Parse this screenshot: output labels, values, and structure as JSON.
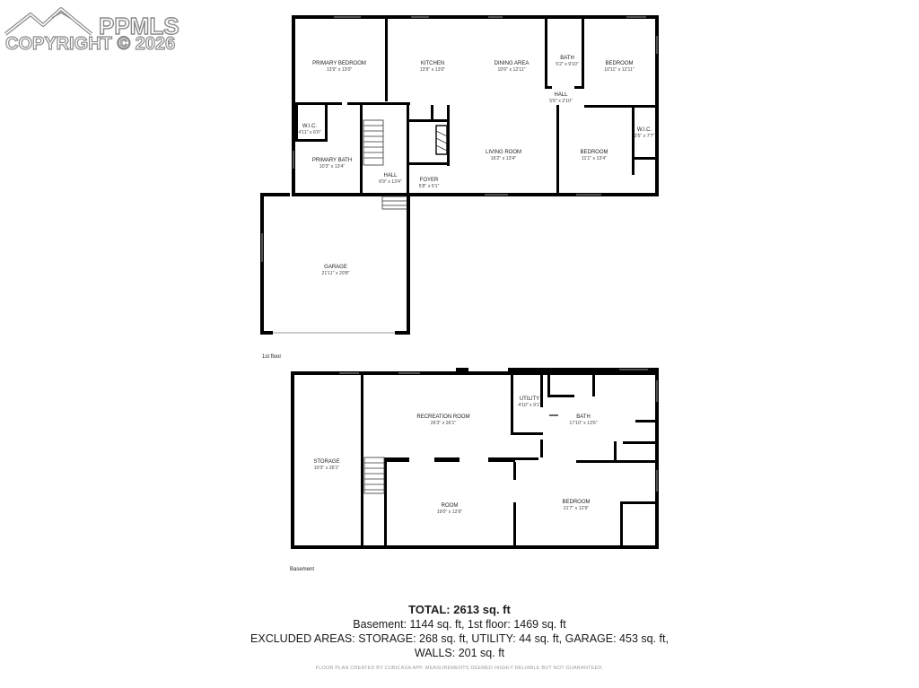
{
  "watermark": {
    "brand": "PPMLS",
    "copyright": "COPYRIGHT © 2026"
  },
  "floors": {
    "first": {
      "label": "1st floor",
      "rooms": [
        {
          "name": "PRIMARY BEDROOM",
          "dim": "13'9\" x 13'0\""
        },
        {
          "name": "KITCHEN",
          "dim": "13'9\" x 13'0\""
        },
        {
          "name": "DINING AREA",
          "dim": "10'6\" x 12'11\""
        },
        {
          "name": "BATH",
          "dim": "5'2\" x 9'10\""
        },
        {
          "name": "BEDROOM",
          "dim": "10'11\" x 12'11\""
        },
        {
          "name": "HALL",
          "dim": "5'6\" x 2'10\""
        },
        {
          "name": "W.I.C.",
          "dim": "4'11\" x 6'0\""
        },
        {
          "name": "W.I.C.",
          "dim": "3'5\" x 7'7\""
        },
        {
          "name": "PRIMARY BATH",
          "dim": "10'3\" x 13'4\""
        },
        {
          "name": "HALL",
          "dim": "6'9\" x 13'4\""
        },
        {
          "name": "FOYER",
          "dim": "5'8\" x 5'1\""
        },
        {
          "name": "LIVING ROOM",
          "dim": "16'2\" x 13'4\""
        },
        {
          "name": "BEDROOM",
          "dim": "11'1\" x 13'4\""
        },
        {
          "name": "GARAGE",
          "dim": "21'11\" x 20'8\""
        }
      ]
    },
    "basement": {
      "label": "Basement",
      "rooms": [
        {
          "name": "STORAGE",
          "dim": "10'3\" x 26'1\""
        },
        {
          "name": "RECREATION ROOM",
          "dim": "26'3\" x 26'1\""
        },
        {
          "name": "UTILITY",
          "dim": "4'10\" x 9'1\""
        },
        {
          "name": "BATH",
          "dim": "17'10\" x 13'6\""
        },
        {
          "name": "ROOM",
          "dim": "19'0\" x 12'9\""
        },
        {
          "name": "BEDROOM",
          "dim": "21'7\" x 12'9\""
        }
      ]
    }
  },
  "totals": {
    "title": "TOTAL: 2613 sq. ft",
    "line1": "Basement: 1144 sq. ft, 1st floor: 1469 sq. ft",
    "line2": "EXCLUDED AREAS: STORAGE: 268 sq. ft, UTILITY: 44 sq. ft, GARAGE: 453 sq. ft,",
    "line3": "WALLS: 201 sq. ft"
  },
  "footer": "FLOOR PLAN CREATED BY CUBICASA APP. MEASUREMENTS DEEMED HIGHLY RELIABLE BUT NOT GUARANTEED."
}
